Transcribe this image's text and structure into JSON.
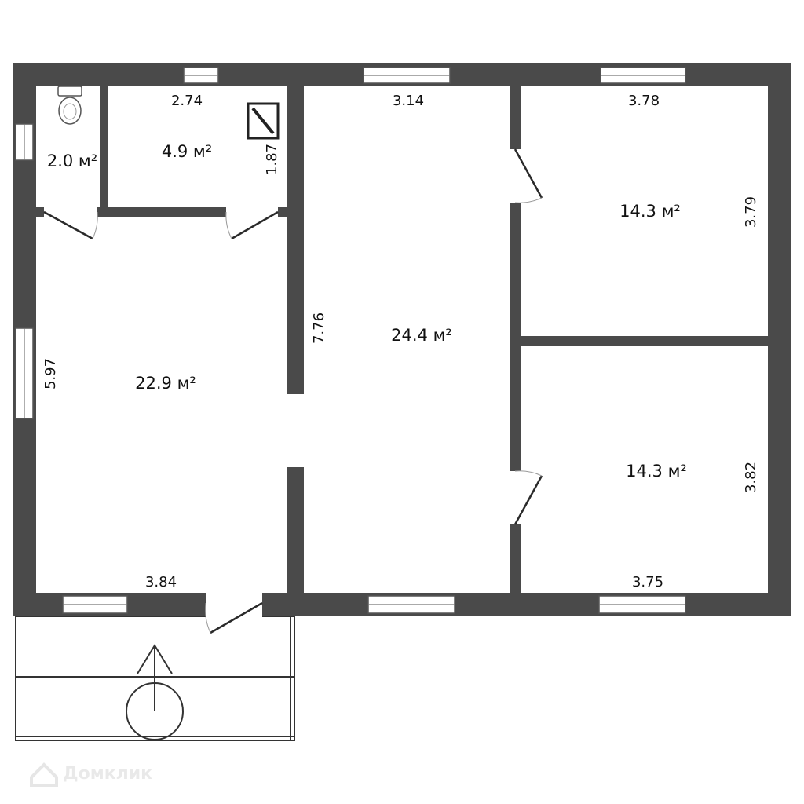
{
  "rooms": {
    "toilet": {
      "area": "2.0 м²"
    },
    "bath": {
      "area": "4.9 м²",
      "width": "2.74",
      "depth": "1.87"
    },
    "hall": {
      "area": "22.9 м²",
      "depth": "5.97",
      "width": "3.84"
    },
    "living": {
      "area": "24.4 м²",
      "width": "3.14",
      "depth": "7.76"
    },
    "bedroom_top": {
      "area": "14.3 м²",
      "width": "3.78",
      "depth": "3.79"
    },
    "bedroom_bottom": {
      "area": "14.3 м²",
      "width": "3.75",
      "depth": "3.82"
    }
  },
  "watermark": {
    "brand": "Домклик"
  }
}
